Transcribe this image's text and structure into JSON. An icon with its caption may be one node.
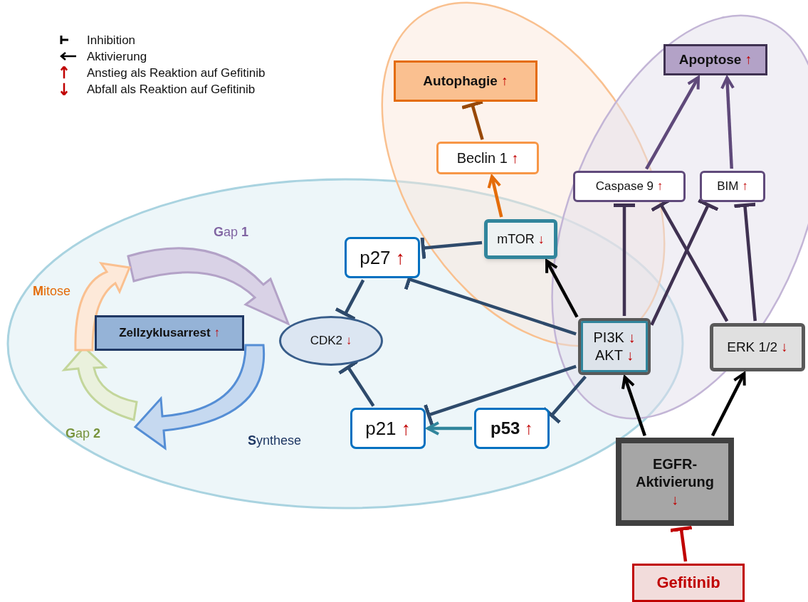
{
  "diagram": {
    "nodes": [
      {
        "text": [
          "Autophagie ↑"
        ]
      },
      {
        "text": [
          "Apoptose ↑"
        ]
      },
      {
        "text": [
          "Beclin 1 ↑"
        ]
      },
      {
        "text": [
          "Caspase 9 ↑"
        ]
      },
      {
        "text": [
          "BIM ↑"
        ]
      },
      {
        "text": [
          "p27 ↑"
        ]
      },
      {
        "text": [
          "mTOR ↓"
        ]
      },
      {
        "text": [
          "Zellzyklusarrest ↑"
        ]
      },
      {
        "text": [
          "CDK2 ↓"
        ]
      },
      {
        "text": [
          "PI3K ↓",
          "AKT ↓"
        ]
      },
      {
        "text": [
          "ERK 1/2 ↓"
        ]
      },
      {
        "text": [
          "p21 ↑"
        ]
      },
      {
        "text": [
          "p53 ↑"
        ]
      },
      {
        "text": [
          "EGFR-Aktivierung ↓"
        ]
      },
      {
        "text": [
          "Gefitinib"
        ]
      }
    ],
    "edges": [
      {
        "from": 2,
        "to": 0,
        "arrow": "other",
        "color": "#984807"
      },
      {
        "from": 6,
        "to": 2,
        "arrow": "to",
        "color": "#e46c0a"
      },
      {
        "from": 3,
        "to": 1,
        "arrow": "to",
        "color": "#5f497a"
      },
      {
        "from": 4,
        "to": 1,
        "arrow": "to",
        "color": "#5f497a"
      },
      {
        "from": 9,
        "to": 3,
        "arrow": "other",
        "color": "#3f3151"
      },
      {
        "from": 9,
        "to": 4,
        "arrow": "other",
        "color": "#3f3151"
      },
      {
        "from": 10,
        "to": 3,
        "arrow": "other",
        "color": "#3f3151"
      },
      {
        "from": 10,
        "to": 4,
        "arrow": "other",
        "color": "#3f3151"
      },
      {
        "from": 6,
        "to": 5,
        "arrow": "other"
      },
      {
        "from": 9,
        "to": 5,
        "arrow": "other"
      },
      {
        "from": 5,
        "to": 8,
        "arrow": "other"
      },
      {
        "from": 11,
        "to": 8,
        "arrow": "other"
      },
      {
        "from": 9,
        "to": 11,
        "arrow": "other"
      },
      {
        "from": 9,
        "to": 12,
        "arrow": "other"
      },
      {
        "from": 12,
        "to": 11,
        "arrow": "to",
        "color": "#31859c"
      },
      {
        "from": 9,
        "to": 6,
        "arrow": "to",
        "color": "#000000"
      },
      {
        "from": 13,
        "to": 9,
        "arrow": "to",
        "color": "#000000"
      },
      {
        "from": 13,
        "to": 10,
        "arrow": "to",
        "color": "#000000"
      },
      {
        "from": 14,
        "to": 13,
        "arrow": "other",
        "color": "#c00000"
      }
    ],
    "labels": [
      "**G**ap **1**",
      "**M**itose",
      "**G**ap **2**",
      "**S**ynthese"
    ],
    "legend": [
      {
        "text": "Inhibition"
      },
      {
        "text": "Aktivierung"
      },
      {
        "text": "Anstieg als Reaktion auf Gefitinib"
      },
      {
        "text": "Abfall als Reaktion auf Gefitinib"
      }
    ]
  }
}
